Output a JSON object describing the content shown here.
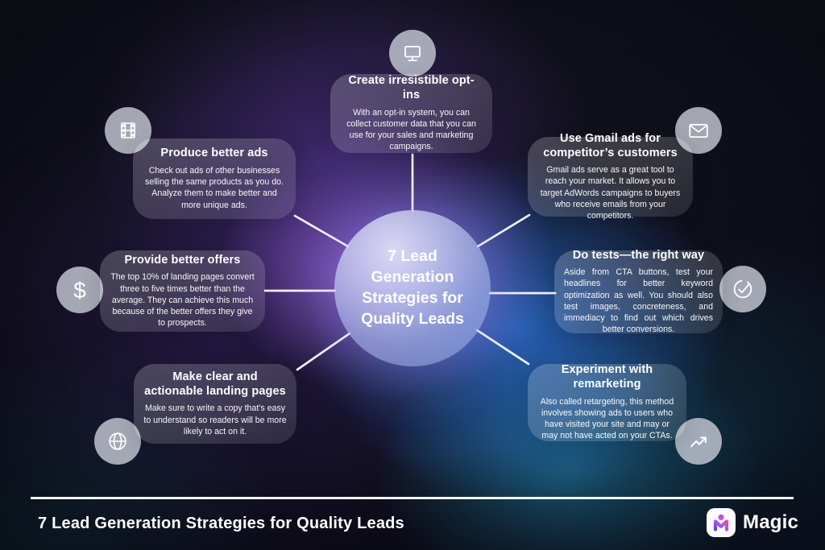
{
  "center": {
    "title": "7 Lead Generation Strategies for Quality Leads"
  },
  "nodes": [
    {
      "id": "create-irresistible-opt-ins",
      "icon": "monitor-icon",
      "title": "Create irresistible opt-ins",
      "body": "With an opt-in system, you can collect customer data that you can use for your sales and marketing campaigns."
    },
    {
      "id": "produce-better-ads",
      "icon": "film-icon",
      "title": "Produce better ads",
      "body": "Check out ads of other businesses selling the same products as you do. Analyze them to make better and more unique ads."
    },
    {
      "id": "provide-better-offers",
      "icon": "dollar-icon",
      "title": "Provide better offers",
      "body": "The top 10% of landing pages convert three to five times better than the average. They can achieve this much because of the better offers they give to prospects."
    },
    {
      "id": "make-clear-landing-pages",
      "icon": "globe-icon",
      "title": "Make clear and actionable landing pages",
      "body": "Make sure to write a copy that’s easy to understand so readers will be more likely to act on it."
    },
    {
      "id": "use-gmail-ads",
      "icon": "mail-icon",
      "title": "Use Gmail ads for competitor’s customers",
      "body": "Gmail ads serve as a great tool to reach your market. It allows you to target AdWords campaigns to buyers who receive emails from your competitors."
    },
    {
      "id": "do-tests-right-way",
      "icon": "check-circle-icon",
      "title": "Do tests—the right way",
      "body": "Aside from CTA buttons, test your headlines for better keyword optimization as well. You should also test images, concreteness, and immediacy to find out which drives better conversions."
    },
    {
      "id": "experiment-with-remarketing",
      "icon": "trend-up-icon",
      "title": "Experiment with remarketing",
      "body": "Also called retargeting, this method involves showing ads to users who have visited your site and may or may not have acted on your CTAs."
    }
  ],
  "footer": {
    "title": "7 Lead Generation Strategies for Quality Leads",
    "brand": "Magic"
  },
  "colors": {
    "background_base": "#0c0c18",
    "glow_purple": "#643cb0",
    "glow_violet": "#9173fa",
    "glow_blue": "#2d7deb",
    "glow_cyan": "#28a0cd",
    "card_glass": "rgba(255,255,255,0.15)",
    "icon_circle": "#c4c8d3",
    "text": "#ffffff",
    "brand_gradient": [
      "#4f46e5",
      "#a855f7",
      "#ec4899"
    ]
  }
}
